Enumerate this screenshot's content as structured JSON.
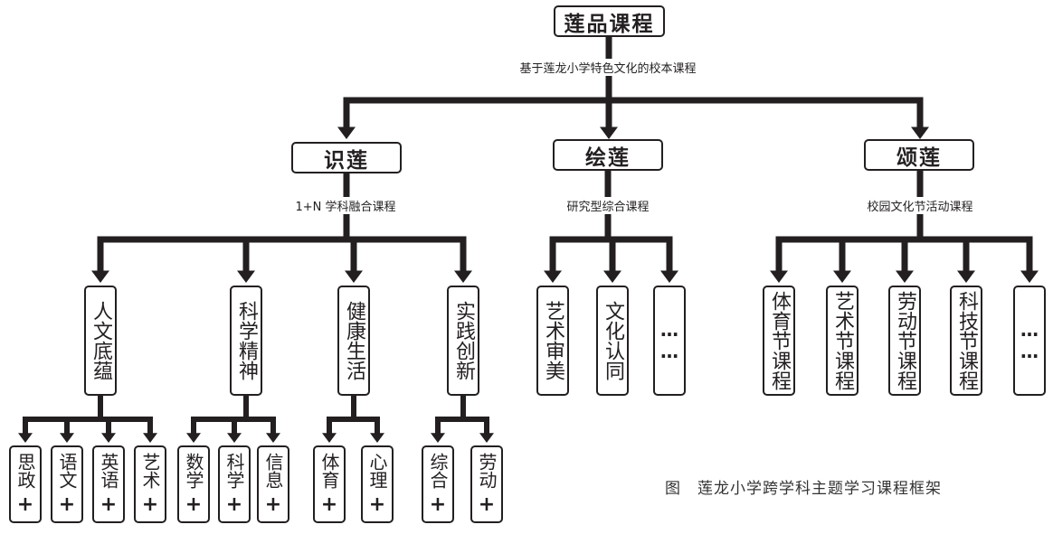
{
  "root": {
    "title": "莲品课程",
    "subtitle": "基于莲龙小学特色文化的校本课程"
  },
  "branches": [
    {
      "title": "识莲",
      "subtitle": "1+N 学科融合课程",
      "children": [
        {
          "title": "人文底蕴",
          "leaves": [
            "思政",
            "语文",
            "英语",
            "艺术"
          ]
        },
        {
          "title": "科学精神",
          "leaves": [
            "数学",
            "科学",
            "信息"
          ]
        },
        {
          "title": "健康生活",
          "leaves": [
            "体育",
            "心理"
          ]
        },
        {
          "title": "实践创新",
          "leaves": [
            "综合",
            "劳动"
          ]
        }
      ]
    },
    {
      "title": "绘莲",
      "subtitle": "研究型综合课程",
      "children": [
        {
          "title": "艺术审美"
        },
        {
          "title": "文化认同"
        },
        {
          "title": "……"
        }
      ]
    },
    {
      "title": "颂莲",
      "subtitle": "校园文化节活动课程",
      "children": [
        {
          "title": "体育节课程"
        },
        {
          "title": "艺术节课程"
        },
        {
          "title": "劳动节课程"
        },
        {
          "title": "科技节课程"
        },
        {
          "title": "……"
        }
      ]
    }
  ],
  "leaf_suffix": "+",
  "caption": "图　莲龙小学跨学科主题学习课程框架",
  "colors": {
    "line": "#231f20",
    "background": "#ffffff"
  }
}
